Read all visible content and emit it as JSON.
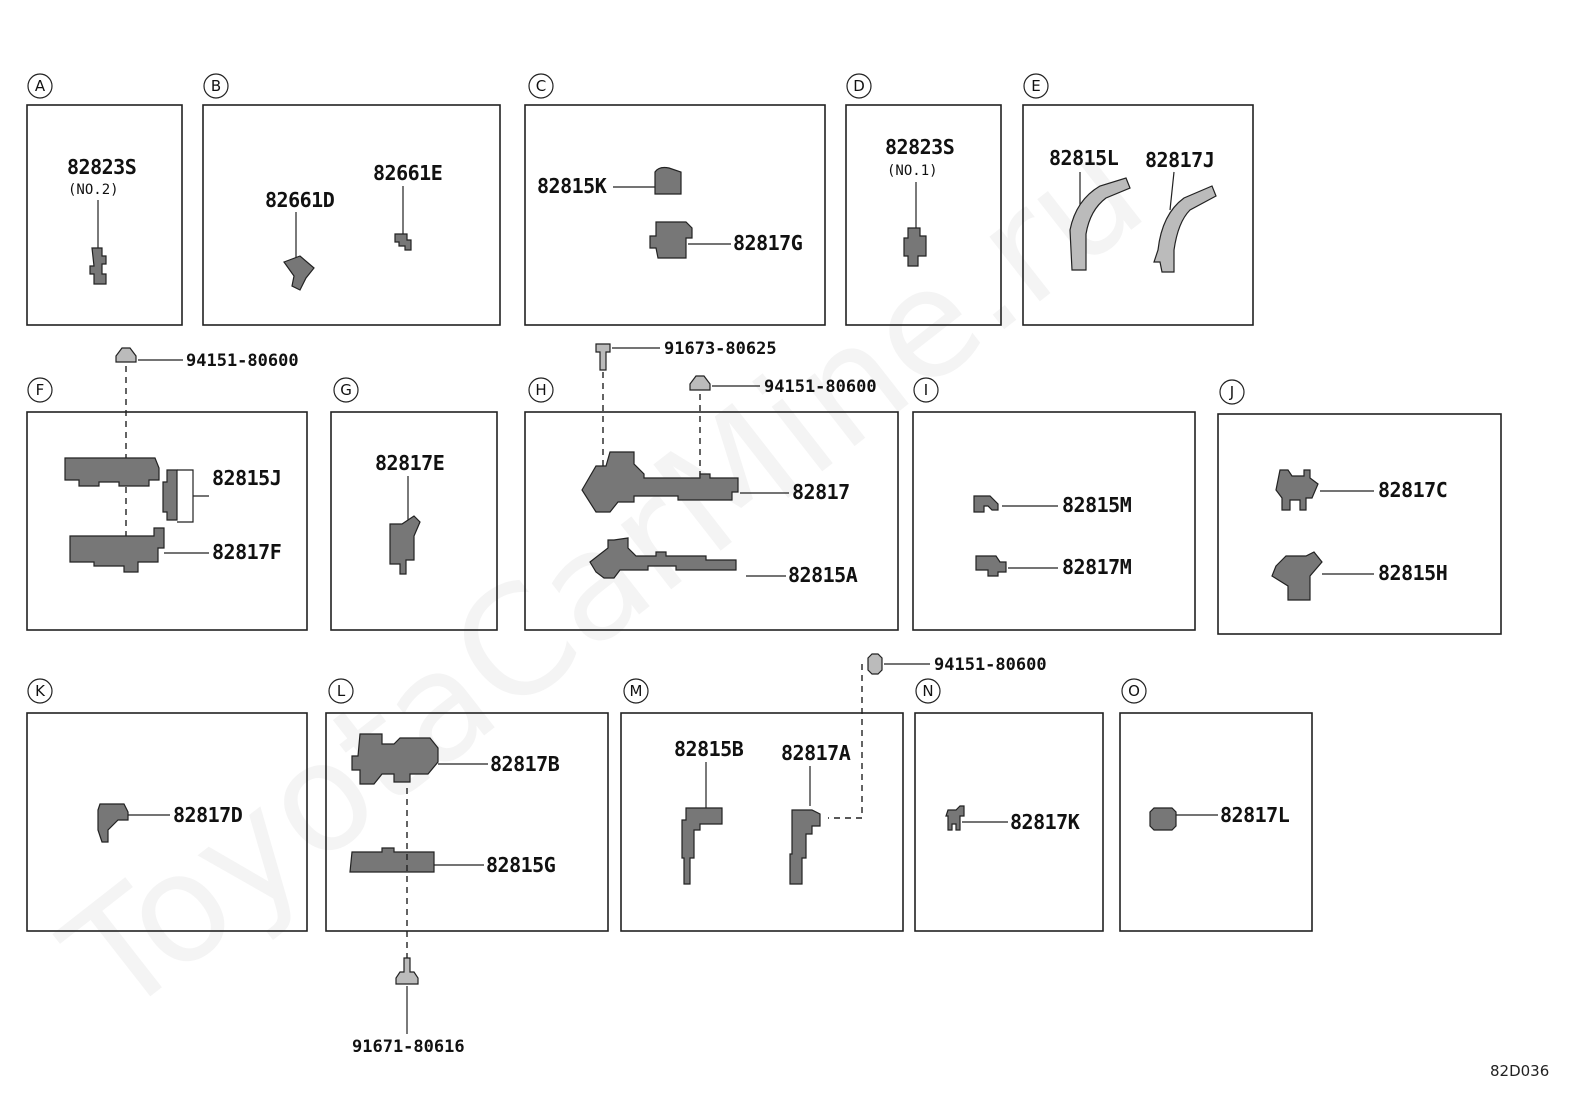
{
  "watermark": "ToyotaCarMine.ru",
  "diagram_ref": "82D036",
  "panels": {
    "A": {
      "letter": "A",
      "part": "82823S",
      "note": "(NO.2)"
    },
    "B": {
      "letter": "B",
      "part1": "82661D",
      "part2": "82661E"
    },
    "C": {
      "letter": "C",
      "part1": "82815K",
      "part2": "82817G"
    },
    "D": {
      "letter": "D",
      "part": "82823S",
      "note": "(NO.1)"
    },
    "E": {
      "letter": "E",
      "part1": "82815L",
      "part2": "82817J"
    },
    "F": {
      "letter": "F",
      "part1": "82815J",
      "part2": "82817F"
    },
    "G": {
      "letter": "G",
      "part": "82817E"
    },
    "H": {
      "letter": "H",
      "part1": "82817",
      "part2": "82815A"
    },
    "I": {
      "letter": "I",
      "part1": "82815M",
      "part2": "82817M"
    },
    "J": {
      "letter": "J",
      "part1": "82817C",
      "part2": "82815H"
    },
    "K": {
      "letter": "K",
      "part": "82817D"
    },
    "L": {
      "letter": "L",
      "part1": "82817B",
      "part2": "82815G"
    },
    "M": {
      "letter": "M",
      "part1": "82815B",
      "part2": "82817A"
    },
    "N": {
      "letter": "N",
      "part": "82817K"
    },
    "O": {
      "letter": "O",
      "part": "82817L"
    }
  },
  "fasteners": {
    "f_nut": "94151-80600",
    "h_bolt": "91673-80625",
    "h_nut": "94151-80600",
    "m_nut": "94151-80600",
    "l_bolt": "91671-80616"
  },
  "icons": {
    "nut": "nut-icon",
    "bolt": "bolt-icon",
    "clamp": "wire-clamp-icon"
  }
}
